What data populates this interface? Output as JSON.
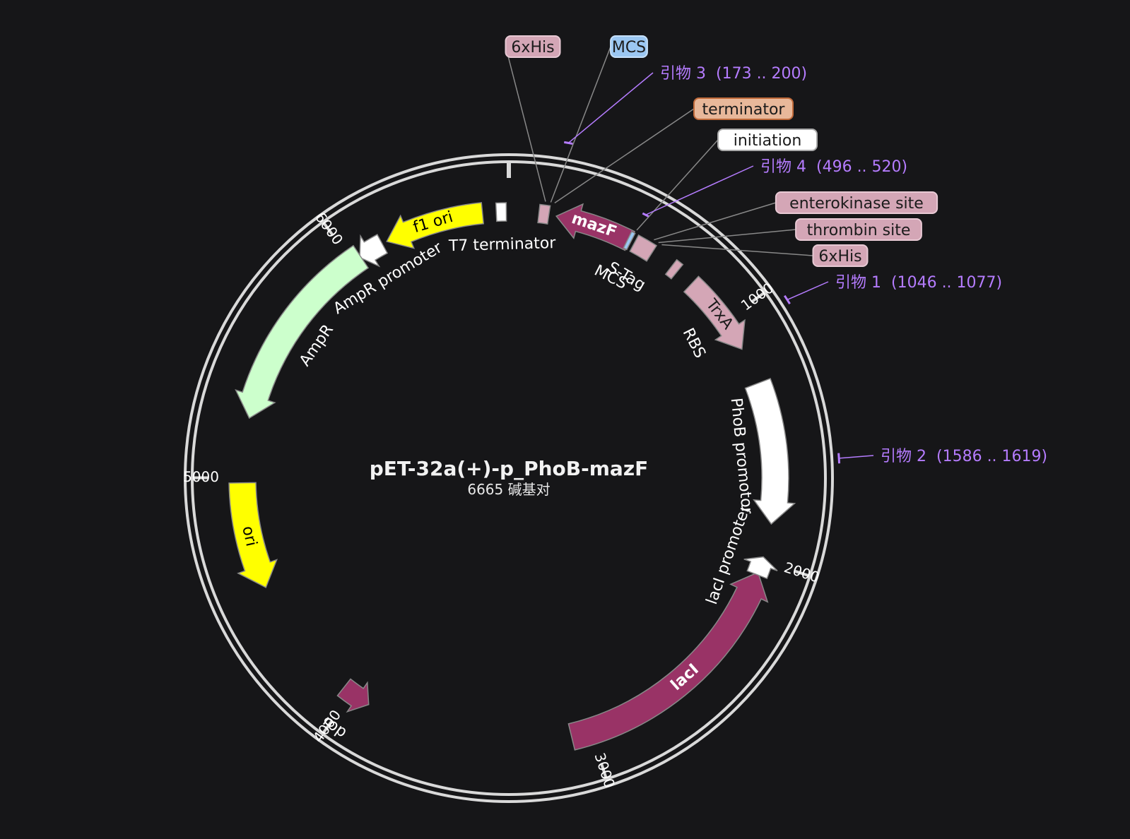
{
  "plasmid": {
    "name": "pET-32a(+)-p_PhoB-mazF",
    "size": 6665,
    "size_label": "6665 碱基对"
  },
  "colors": {
    "background": "#161618",
    "backbone": "#d9d9d9",
    "yellow": "#ffff00",
    "green": "#ccffcc",
    "magenta": "#993366",
    "pink": "#d4a6b6",
    "white": "#ffffff",
    "blue": "#9bc7f2",
    "primer": "#b57cff",
    "leader": "#888888"
  },
  "ticks": [
    {
      "pos": 1000,
      "label": "1000"
    },
    {
      "pos": 2000,
      "label": "2000"
    },
    {
      "pos": 3000,
      "label": "3000"
    },
    {
      "pos": 4000,
      "label": "4000"
    },
    {
      "pos": 5000,
      "label": "5000"
    },
    {
      "pos": 6000,
      "label": "6000"
    }
  ],
  "features": [
    {
      "id": "f1-ori",
      "label": "f1 ori",
      "start": 6160,
      "end": 6560,
      "strand": -1,
      "color": "#ffff00",
      "label_inside": true,
      "label_color": "#000000"
    },
    {
      "id": "t7-terminator",
      "label": "T7 terminator",
      "start": 6615,
      "end": 6655,
      "strand": 0,
      "color": "#ffffff",
      "label_inside": false
    },
    {
      "id": "ampr-promoter",
      "label": "AmpR promoter",
      "start": 6035,
      "end": 6140,
      "strand": -1,
      "color": "#ffffff",
      "label_inside": false
    },
    {
      "id": "ampr",
      "label": "AmpR",
      "start": 5240,
      "end": 6040,
      "strand": -1,
      "color": "#ccffcc",
      "label_inside": false
    },
    {
      "id": "ori",
      "label": "ori",
      "start": 4550,
      "end": 4980,
      "strand": -1,
      "color": "#ffff00",
      "label_inside": true,
      "label_color": "#000000"
    },
    {
      "id": "rop",
      "label": "rop",
      "start": 3920,
      "end": 4040,
      "strand": -1,
      "color": "#993366",
      "label_inside": false
    },
    {
      "id": "laci",
      "label": "lacI",
      "start": 2050,
      "end": 3080,
      "strand": -1,
      "color": "#993366",
      "label_inside": true,
      "label_color": "#ffffff"
    },
    {
      "id": "laci-promoter",
      "label": "lacI promoter",
      "start": 1985,
      "end": 2060,
      "strand": -1,
      "color": "#ffffff",
      "label_inside": false
    },
    {
      "id": "phob-promotor",
      "label": "PhoB promotor",
      "start": 1280,
      "end": 1850,
      "strand": 1,
      "color": "#ffffff",
      "label_inside": false
    },
    {
      "id": "trxa",
      "label": "TrxA",
      "start": 800,
      "end": 1130,
      "strand": 1,
      "color": "#d4a6b6",
      "label_inside": true,
      "label_color": "#1b1b1b"
    },
    {
      "id": "mazf",
      "label": "mazF",
      "start": 190,
      "end": 500,
      "strand": -1,
      "color": "#993366",
      "label_inside": true,
      "label_color": "#ffffff"
    },
    {
      "id": "s-tag",
      "label": "S-Tag",
      "start": 520,
      "end": 600,
      "strand": 0,
      "color": "#d4a6b6",
      "label_inside": false
    },
    {
      "id": "mcs-inner",
      "label": "MCS",
      "start": 490,
      "end": 505,
      "strand": 0,
      "color": "#9bc7f2",
      "label_inside": false
    },
    {
      "id": "6xhis-mid",
      "label": "",
      "start": 695,
      "end": 725,
      "strand": 0,
      "color": "#d4a6b6",
      "label_inside": false
    },
    {
      "id": "6xhis-top",
      "label": "",
      "start": 120,
      "end": 160,
      "strand": 0,
      "color": "#d4a6b6",
      "label_inside": false
    }
  ],
  "rbs_label": "RBS",
  "callouts": [
    {
      "id": "callout-6xhis-top",
      "label": "6xHis",
      "bg": "#d4a6b6",
      "border": "#e8c9d4",
      "pos": 140
    },
    {
      "id": "callout-mcs-top",
      "label": "MCS",
      "bg": "#9bc7f2",
      "border": "#c6e0fa",
      "pos": 160
    },
    {
      "id": "callout-terminator",
      "label": "terminator",
      "bg": "#e8b89a",
      "border": "#c06a3a",
      "pos": 175
    },
    {
      "id": "callout-initiation",
      "label": "initiation",
      "bg": "#ffffff",
      "border": "#aaaaaa",
      "pos": 505
    },
    {
      "id": "callout-enterokinase",
      "label": "enterokinase site",
      "bg": "#d4a6b6",
      "border": "#e8c9d4",
      "pos": 580
    },
    {
      "id": "callout-thrombin",
      "label": "thrombin site",
      "bg": "#d4a6b6",
      "border": "#e8c9d4",
      "pos": 600
    },
    {
      "id": "callout-6xhis-mid",
      "label": "6xHis",
      "bg": "#d4a6b6",
      "border": "#e8c9d4",
      "pos": 615
    }
  ],
  "primers": [
    {
      "id": "primer-3",
      "name": "引物 3",
      "range": "(173 .. 200)",
      "start": 173,
      "end": 200
    },
    {
      "id": "primer-4",
      "name": "引物 4",
      "range": "(496 .. 520)",
      "start": 496,
      "end": 520
    },
    {
      "id": "primer-1",
      "name": "引物 1",
      "range": "(1046 .. 1077)",
      "start": 1046,
      "end": 1077
    },
    {
      "id": "primer-2",
      "name": "引物 2",
      "range": "(1586 .. 1619)",
      "start": 1586,
      "end": 1619
    }
  ]
}
